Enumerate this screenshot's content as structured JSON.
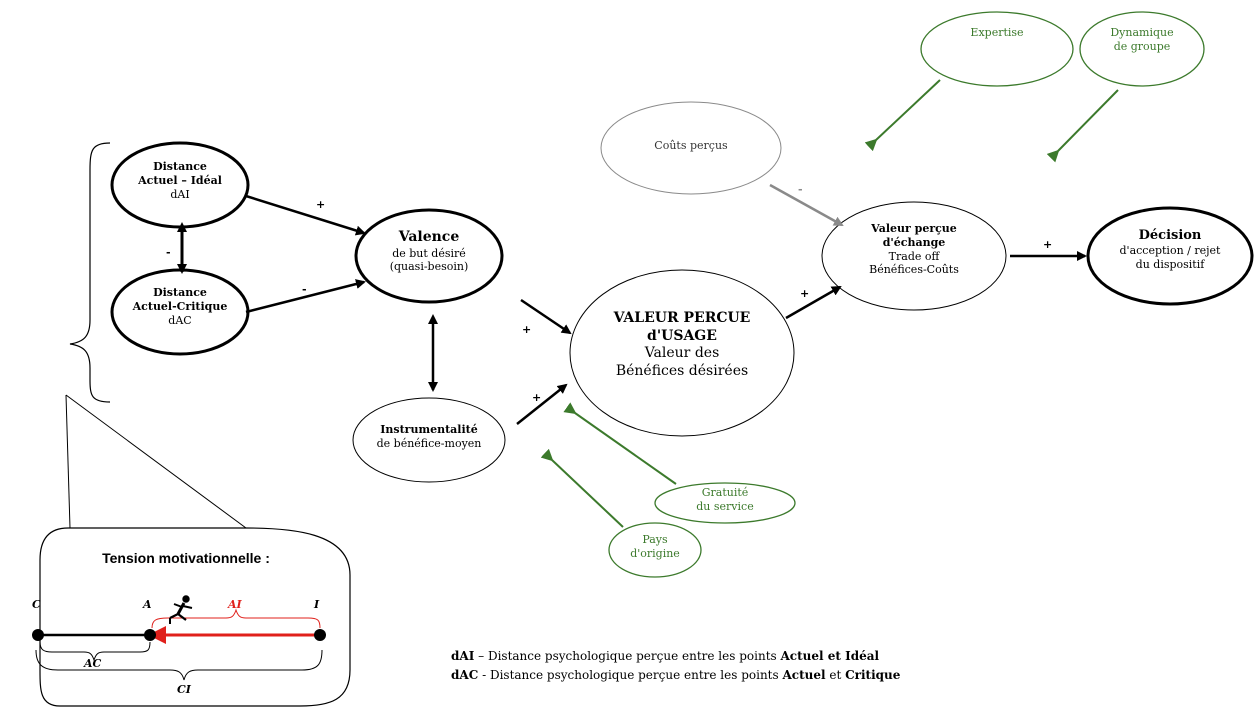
{
  "nodes": {
    "distance_ideal": {
      "title1": "Distance",
      "title2": "Actuel – Idéal",
      "sub": "dAI"
    },
    "distance_critique": {
      "title1": "Distance",
      "title2": "Actuel-Critique",
      "sub": "dAC"
    },
    "valence": {
      "title": "Valence",
      "sub1": "de but désiré",
      "sub2": "(quasi-besoin)"
    },
    "instrumentalite": {
      "title": "Instrumentalité",
      "sub": "de bénéfice-moyen"
    },
    "valeur_usage": {
      "title1": "VALEUR PERCUE",
      "title2": "d'USAGE",
      "sub1": "Valeur des",
      "sub2": "Bénéfices désirées"
    },
    "couts": {
      "label": "Coûts perçus"
    },
    "valeur_echange": {
      "title1": "Valeur perçue",
      "title2": "d'échange",
      "sub1": "Trade off",
      "sub2": "Bénéfices-Coûts"
    },
    "decision": {
      "title": "Décision",
      "sub1": "d'acception / rejet",
      "sub2": "du dispositif"
    },
    "expertise": {
      "label": "Expertise"
    },
    "dynamique": {
      "line1": "Dynamique",
      "line2": "de groupe"
    },
    "gratuite": {
      "line1": "Gratuité",
      "line2": "du service"
    },
    "pays": {
      "line1": "Pays",
      "line2": "d'origine"
    }
  },
  "signs": {
    "ideal_valence": "+",
    "critique_valence": "-",
    "between_distances": "-",
    "valence_usage": "+",
    "instr_usage": "+",
    "usage_echange": "+",
    "couts_echange": "-",
    "echange_decision": "+"
  },
  "tension": {
    "title": "Tension motivationnelle :",
    "point_c": "C",
    "point_a": "A",
    "point_i": "I",
    "label_ai": "AI",
    "label_ac": "AC",
    "label_ci": "CI"
  },
  "legend": {
    "line1_key": "dAI",
    "line1_text": " – Distance psychologique perçue entre les points ",
    "line1_bold": "Actuel et Idéal",
    "line2_key": "dAC",
    "line2_text": " - Distance psychologique perçue entre les points ",
    "line2_bold1": "Actuel",
    "line2_mid": " et ",
    "line2_bold2": "Critique"
  },
  "colors": {
    "green": "#3c7a2c",
    "grey": "#8a8a8a",
    "red": "#e0201b"
  }
}
